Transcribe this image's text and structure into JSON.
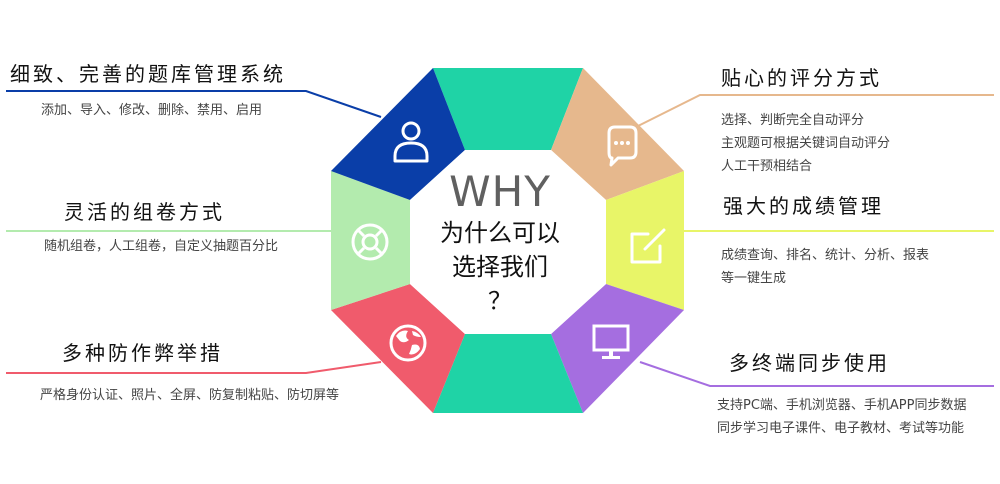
{
  "center": {
    "why": "WHY",
    "line1": "为什么可以",
    "line2": "选择我们",
    "line3": "？"
  },
  "features": {
    "question_bank": {
      "title": "细致、完善的题库管理系统",
      "desc": [
        "添加、导入、修改、删除、禁用、启用"
      ],
      "icon": "user-icon",
      "color": "#0a3ea8"
    },
    "paper_assembly": {
      "title": "灵活的组卷方式",
      "desc": [
        "随机组卷，人工组卷，自定义抽题百分比"
      ],
      "icon": "lifebuoy-icon",
      "color": "#b3ebae"
    },
    "anti_cheat": {
      "title": "多种防作弊举措",
      "desc": [
        "严格身份认证、照片、全屏、防复制粘贴、防切屏等"
      ],
      "icon": "globe-icon",
      "color": "#f05b6c"
    },
    "scoring": {
      "title": "贴心的评分方式",
      "desc": [
        "选择、判断完全自动评分",
        "主观题可根据关键词自动评分",
        "人工干预相结合"
      ],
      "icon": "chat-bubble-icon",
      "color": "#e6b88d"
    },
    "grade_mgmt": {
      "title": "强大的成绩管理",
      "desc": [
        "成绩查询、排名、统计、分析、报表",
        "等一键生成"
      ],
      "icon": "edit-icon",
      "color": "#e8f568"
    },
    "multi_terminal": {
      "title": "多终端同步使用",
      "desc": [
        "支持PC端、手机浏览器、手机APP同步数据",
        "同步学习电子课件、电子教材、考试等功能"
      ],
      "icon": "monitor-icon",
      "color": "#a56ee0"
    }
  },
  "colors": {
    "top_bottom": "#1fd3a6"
  }
}
